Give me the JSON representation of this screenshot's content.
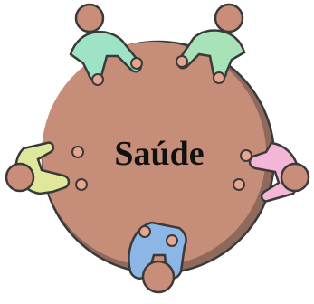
{
  "table": {
    "label": "Saúde",
    "fill_color": "#c68e78",
    "shadow_color": "#8f6a5c",
    "outline_color": "#3a3a3a"
  },
  "people": [
    {
      "id": "top-left",
      "shirt_color": "#9ee3c6"
    },
    {
      "id": "top-right",
      "shirt_color": "#a7e3b7"
    },
    {
      "id": "right",
      "shirt_color": "#f4b5d6"
    },
    {
      "id": "bottom",
      "shirt_color": "#8cb6e6"
    },
    {
      "id": "left",
      "shirt_color": "#dfe89a"
    }
  ],
  "skin_color": "#e5a58e",
  "hair_color": "#c98d7a"
}
